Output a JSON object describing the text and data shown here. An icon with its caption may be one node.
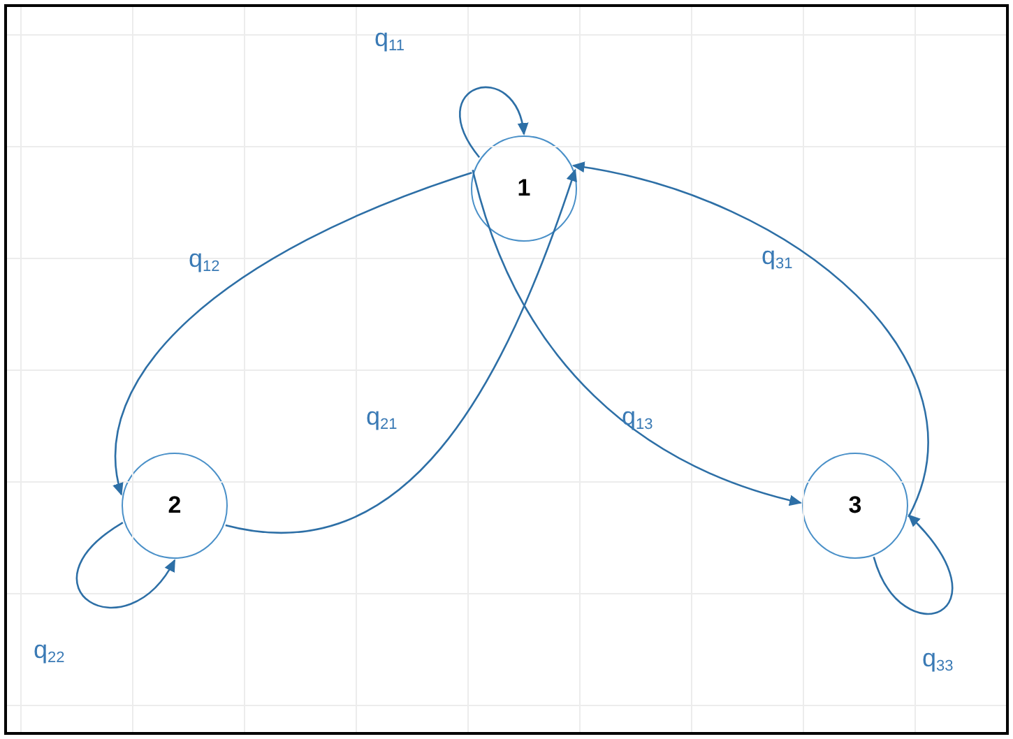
{
  "diagram": {
    "nodes": [
      {
        "text": [
          "1"
        ]
      },
      {
        "text": [
          "2"
        ]
      },
      {
        "text": [
          "3"
        ]
      }
    ],
    "edges": [
      {
        "from": 0,
        "to": 0,
        "arrow": "to",
        "label": "q$_{11}$"
      },
      {
        "from": 0,
        "to": 1,
        "arrow": "to",
        "label": "q$_{12}$"
      },
      {
        "from": 1,
        "to": 0,
        "arrow": "to",
        "label": "q$_{21}$"
      },
      {
        "from": 0,
        "to": 2,
        "arrow": "to",
        "label": "q$_{13}$"
      },
      {
        "from": 2,
        "to": 0,
        "arrow": "to",
        "label": "q$_{31}$"
      },
      {
        "from": 1,
        "to": 1,
        "arrow": "to",
        "label": "q$_{22}$"
      },
      {
        "from": 2,
        "to": 2,
        "arrow": "to",
        "label": "q$_{33}$"
      }
    ]
  }
}
